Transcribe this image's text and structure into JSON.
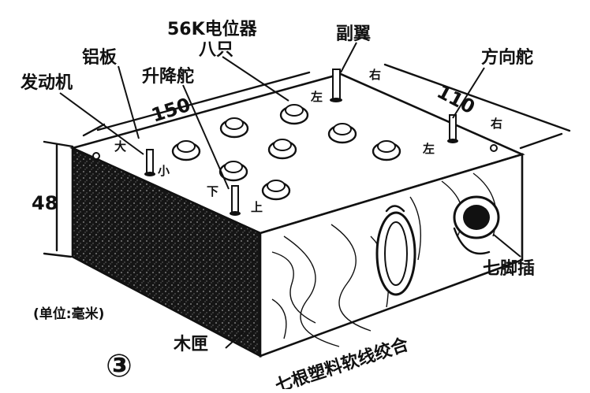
{
  "figure_number": "③",
  "labels": {
    "engine": "发动机",
    "aluminum_plate": "铝板",
    "elevator": "升降舵",
    "potentiometer_line1": "56K电位器",
    "potentiometer_line2": "八只",
    "aileron": "副翼",
    "rudder": "方向舵",
    "seven_pin_plug": "七脚插",
    "plastic_wires": "七根塑料软线绞合",
    "wood_box": "木匣",
    "unit_note": "(单位:毫米)"
  },
  "dimensions": {
    "length": "150",
    "width": "110",
    "height": "48"
  },
  "directions": {
    "engine_big": "大",
    "engine_small": "小",
    "elevator_down": "下",
    "elevator_up": "上",
    "aileron_left": "左",
    "aileron_right": "右",
    "rudder_left": "左",
    "rudder_right": "右"
  },
  "colors": {
    "ink": "#111111",
    "paper": "#ffffff"
  }
}
